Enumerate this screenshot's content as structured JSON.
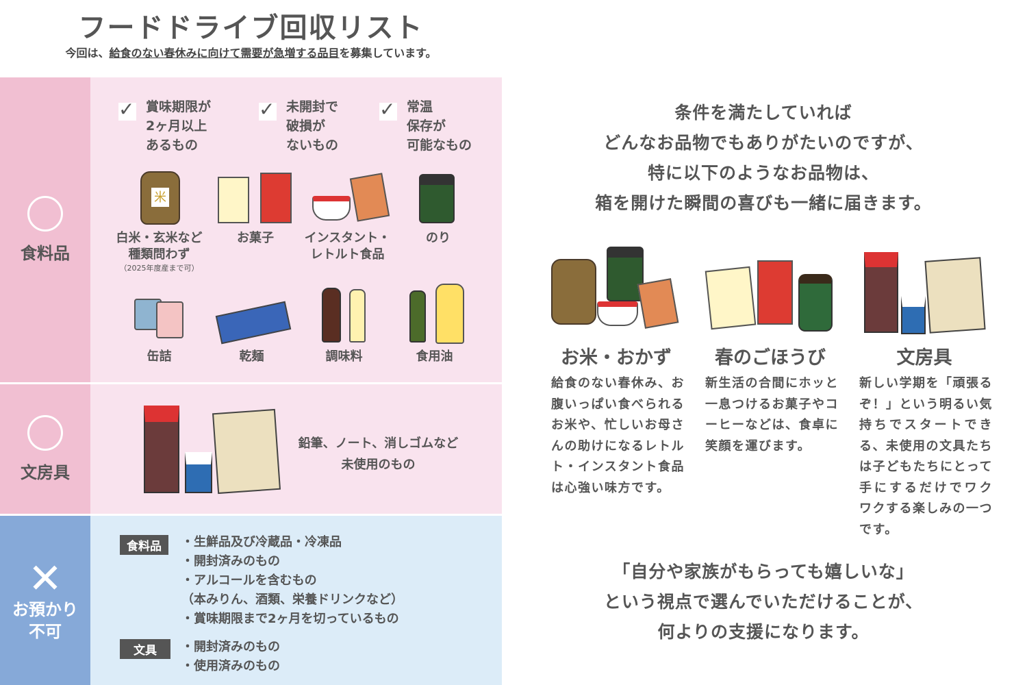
{
  "header": {
    "title": "フードドライブ回収リスト",
    "subtitle_pre": "今回は、",
    "subtitle_underlined": "給食のない春休みに向けて需要が急増する品目",
    "subtitle_post": "を募集しています。"
  },
  "food": {
    "label": "食料品",
    "conditions": [
      [
        "賞味期限が",
        "2ヶ月以上",
        "あるもの"
      ],
      [
        "未開封で",
        "破損が",
        "ないもの"
      ],
      [
        "常温",
        "保存が",
        "可能なもの"
      ]
    ],
    "items": [
      {
        "label": [
          "白米・玄米など",
          "種類問わず"
        ],
        "note": "（2025年度産まで可）"
      },
      {
        "label": [
          "お菓子"
        ]
      },
      {
        "label": [
          "インスタント・",
          "レトルト食品"
        ]
      },
      {
        "label": [
          "のり"
        ]
      },
      {
        "label": [
          "缶詰"
        ]
      },
      {
        "label": [
          "乾麺"
        ]
      },
      {
        "label": [
          "調味料"
        ]
      },
      {
        "label": [
          "食用油"
        ]
      }
    ]
  },
  "stationery": {
    "label": "文房具",
    "text": [
      "鉛筆、ノート、消しゴムなど",
      "未使用のもの"
    ]
  },
  "ng": {
    "label": [
      "お預かり",
      "不可"
    ],
    "food_tag": "食料品",
    "food_items": [
      "・生鮮品及び冷蔵品・冷凍品",
      "・開封済みのもの",
      "・アルコールを含むもの",
      "（本みりん、酒類、栄養ドリンクなど）",
      "・賞味期限まで2ヶ月を切っているもの"
    ],
    "stationery_tag": "文具",
    "stationery_items": [
      "・開封済みのもの",
      "・使用済みのもの"
    ]
  },
  "right": {
    "intro": [
      "条件を満たしていれば",
      "どんなお品物でもありがたいのですが、",
      "特に以下のようなお品物は、",
      "箱を開けた瞬間の喜びも一緒に届きます。"
    ],
    "columns": [
      {
        "title": "お米・おかず",
        "body": "給食のない春休み、お腹いっぱい食べられるお米や、忙しいお母さんの助けになるレトルト・インスタント食品は心強い味方です。"
      },
      {
        "title": "春のごほうび",
        "body": "新生活の合間にホッと一息つけるお菓子やコーヒーなどは、食卓に笑顔を運びます。"
      },
      {
        "title": "文房具",
        "body": "新しい学期を「頑張るぞ！」という明るい気持ちでスタートできる、未使用の文具たちは子どもたちにとって手にするだけでワクワクする楽しみの一つです。"
      }
    ],
    "closing": [
      "「自分や家族がもらっても嬉しいな」",
      "という視点で選んでいただけることが、",
      "何よりの支援になります。"
    ]
  },
  "colors": {
    "pink_dark": "#f1bfd2",
    "pink_light": "#f9e3ee",
    "blue_dark": "#86a9d8",
    "blue_light": "#dcecf8",
    "text": "#555555"
  }
}
